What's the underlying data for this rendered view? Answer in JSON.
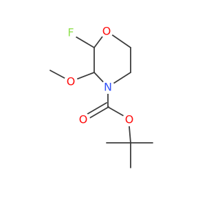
{
  "structure": {
    "atoms": {
      "oxygen_ring": "O",
      "nitrogen": "N",
      "fluorine": "F",
      "oxygen_methoxy": "O",
      "oxygen_carbonyl": "O",
      "oxygen_ester": "O"
    },
    "colors": {
      "bond": "#3b3b3b",
      "O": "#ff0d0d",
      "N": "#3050f8",
      "F": "#90e050"
    }
  }
}
